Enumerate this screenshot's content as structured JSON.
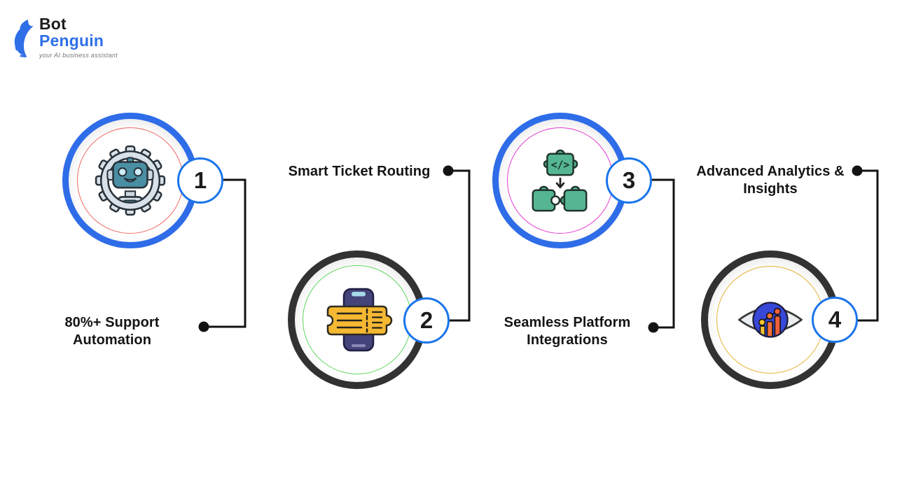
{
  "logo": {
    "brand_top": "Bot",
    "brand_bottom": "Penguin",
    "tagline": "your AI business assistant"
  },
  "colors": {
    "accent_blue": "#1a75eb",
    "ring_blue": "#2e6ce8",
    "ring_dark": "#323232",
    "ring_red": "#ee6a64",
    "ring_green": "#5cd65c",
    "ring_magenta": "#e53dd0",
    "ring_gold": "#e7b43c",
    "connector": "#131313",
    "logo_blue": "#2f6fe8",
    "text": "#141414"
  },
  "steps": [
    {
      "number": "1",
      "label": "80%+ Support Automation",
      "label_lines": [
        "80%+ Support",
        "Automation"
      ],
      "icon": "robot-gear-icon",
      "outer_ring_color": "#2e6ce8",
      "inner_ring_color": "#ee6a64"
    },
    {
      "number": "2",
      "label": "Smart Ticket Routing",
      "label_lines": [
        "Smart Ticket Routing"
      ],
      "icon": "ticket-phone-icon",
      "outer_ring_color": "#323232",
      "inner_ring_color": "#5cd65c"
    },
    {
      "number": "3",
      "label": "Seamless Platform Integrations",
      "label_lines": [
        "Seamless Platform",
        "Integrations"
      ],
      "icon": "puzzle-integration-icon",
      "outer_ring_color": "#2e6ce8",
      "inner_ring_color": "#e53dd0"
    },
    {
      "number": "4",
      "label": "Advanced Analytics & Insights",
      "label_lines": [
        "Advanced Analytics &",
        "Insights"
      ],
      "icon": "analytics-eye-icon",
      "outer_ring_color": "#323232",
      "inner_ring_color": "#e7b43c"
    }
  ]
}
